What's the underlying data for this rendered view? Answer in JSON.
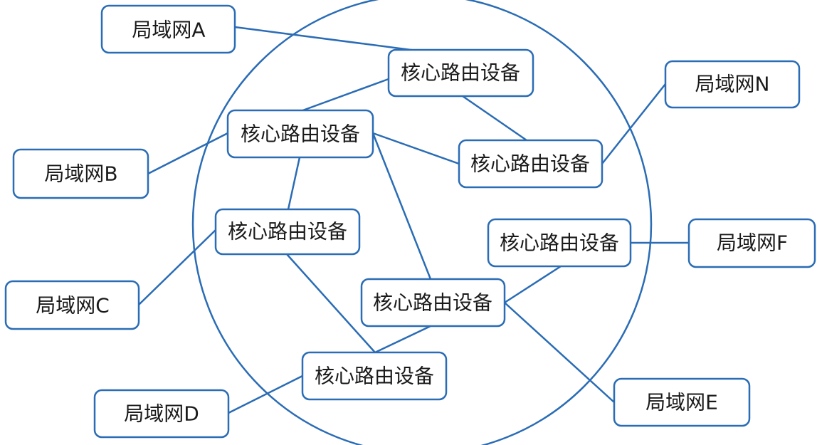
{
  "colors": {
    "line": "#2a6cb5",
    "box_border": "#2a6cb5",
    "text": "#1a1a1a",
    "background": "#ffffff"
  },
  "nodes": {
    "lan_a": "局域网A",
    "lan_b": "局域网B",
    "lan_c": "局域网C",
    "lan_d": "局域网D",
    "lan_e": "局域网E",
    "lan_f": "局域网F",
    "lan_n": "局域网N",
    "router_1": "核心路由设备",
    "router_2": "核心路由设备",
    "router_3": "核心路由设备",
    "router_4": "核心路由设备",
    "router_5": "核心路由设备",
    "router_6": "核心路由设备",
    "router_7": "核心路由设备"
  },
  "edges": [
    [
      "lan_a",
      "router_1"
    ],
    [
      "router_1",
      "router_2"
    ],
    [
      "router_1",
      "router_3"
    ],
    [
      "lan_b",
      "router_2"
    ],
    [
      "router_2",
      "router_3"
    ],
    [
      "router_2",
      "router_4"
    ],
    [
      "router_2",
      "router_6"
    ],
    [
      "router_3",
      "lan_n"
    ],
    [
      "lan_c",
      "router_4"
    ],
    [
      "router_4",
      "router_7"
    ],
    [
      "router_5",
      "lan_f"
    ],
    [
      "router_5",
      "router_6"
    ],
    [
      "router_6",
      "router_7"
    ],
    [
      "router_6",
      "lan_e"
    ],
    [
      "lan_d",
      "router_7"
    ]
  ]
}
